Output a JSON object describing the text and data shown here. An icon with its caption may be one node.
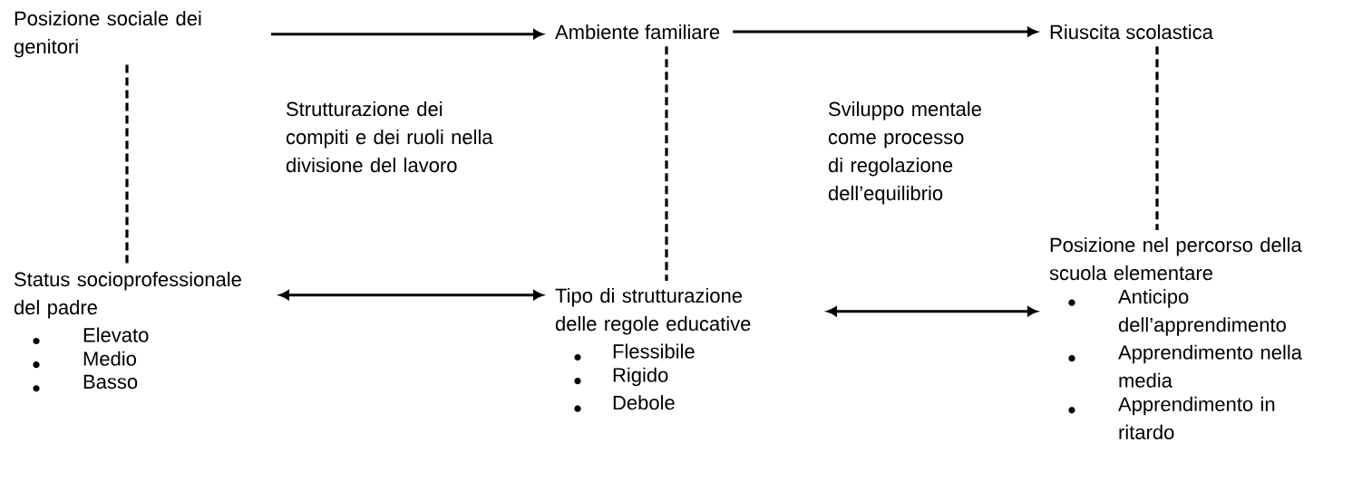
{
  "diagram": {
    "nodes": [
      {
        "text": [
          "Posizione sociale dei genitori"
        ]
      },
      {
        "text": [
          "Ambiente familiare"
        ]
      },
      {
        "text": [
          "Riuscita scolastica"
        ]
      },
      {
        "text": [
          "Status socioprofessionale del padre",
          "Elevato",
          "Medio",
          "Basso"
        ]
      },
      {
        "text": [
          "Tipo di strutturazione delle regole educative",
          "Flessibile",
          "Rigido",
          "Debole"
        ]
      },
      {
        "text": [
          "Posizione nel percorso della scuola elementare",
          "Anticipo dell’apprendimento",
          "Apprendimento nella media",
          "Apprendimento in ritardo"
        ]
      }
    ],
    "edges": [
      {
        "from": 0,
        "to": 1,
        "arrow": "to"
      },
      {
        "from": 1,
        "to": 2,
        "arrow": "to"
      },
      {
        "from": 0,
        "to": 3,
        "arrow": "none",
        "style": "dashed"
      },
      {
        "from": 1,
        "to": 4,
        "arrow": "none",
        "style": "dashed"
      },
      {
        "from": 2,
        "to": 5,
        "arrow": "none",
        "style": "dashed"
      },
      {
        "from": 3,
        "to": 4,
        "arrow": "both"
      },
      {
        "from": 4,
        "to": 5,
        "arrow": "both"
      }
    ],
    "labels": [
      "Strutturazione dei compiti e dei ruoli nella divisione del lavoro",
      "Sviluppo mentale come processo di regolazione dell’equilibrio"
    ]
  }
}
